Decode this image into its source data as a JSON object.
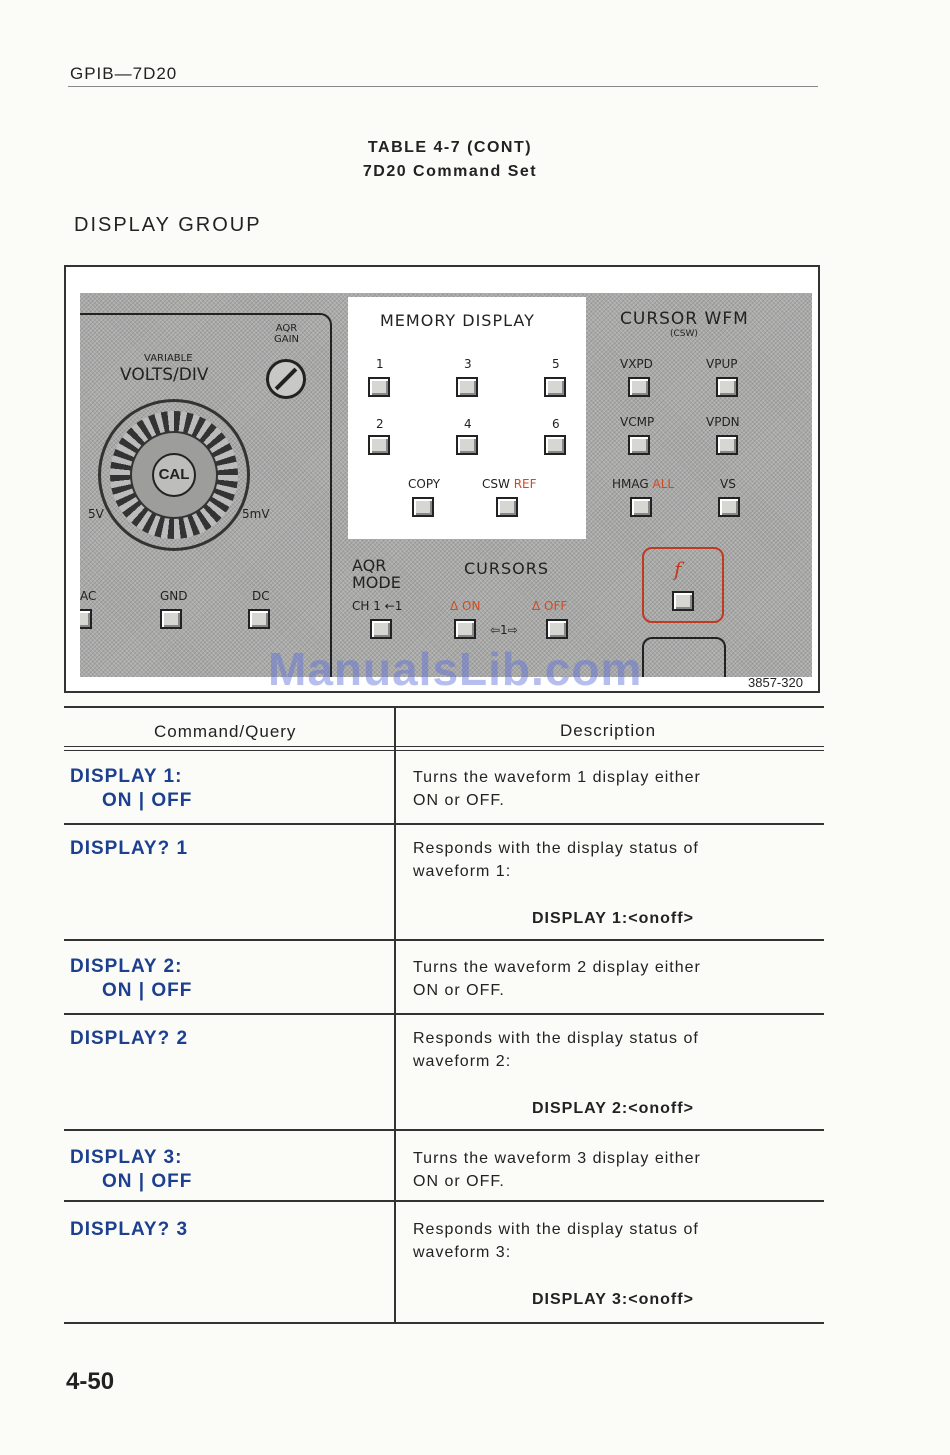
{
  "header": {
    "left": "GPIB—7D20"
  },
  "table_title": {
    "line1": "TABLE 4-7 (CONT)",
    "line2": "7D20 Command Set"
  },
  "section_heading": "DISPLAY GROUP",
  "figure": {
    "id": "3857-320",
    "watermark": "ManualsLib.com",
    "panel": {
      "aqr_gain": "AQR\nGAIN",
      "variable": "VARIABLE",
      "volts_div": "VOLTS/DIV",
      "cal": "CAL",
      "range_low": "5V",
      "range_high": "5mV",
      "coupling": [
        "AC",
        "GND",
        "DC"
      ],
      "memory_display": "MEMORY DISPLAY",
      "memory_buttons": [
        "1",
        "3",
        "5",
        "2",
        "4",
        "6"
      ],
      "copy": "COPY",
      "csw": "CSW",
      "ref": "REF",
      "cursor_wfm": "CURSOR WFM",
      "csw_paren": "(CSW)",
      "cursor_buttons": [
        "VXPD",
        "VPUP",
        "VCMP",
        "VPDN",
        "HMAG",
        "VS"
      ],
      "all": "ALL",
      "aqr_mode": "AQR\nMODE",
      "ch": "CH 1 ←1",
      "cursors": "CURSORS",
      "delta_on": "Δ ON",
      "delta_off": "Δ OFF",
      "arrow_mid": "⇦1⇨",
      "func": "f"
    }
  },
  "command_table": {
    "headers": {
      "command": "Command/Query",
      "description": "Description"
    },
    "rows": [
      {
        "cmd": "DISPLAY  1:",
        "args": "ON | OFF",
        "desc": [
          "Turns the waveform 1 display either",
          "ON or OFF."
        ],
        "response": ""
      },
      {
        "cmd": "DISPLAY?  1",
        "args": "",
        "desc": [
          "Responds with the display status of",
          "waveform 1:"
        ],
        "response": "DISPLAY 1:<onoff>"
      },
      {
        "cmd": "DISPLAY  2:",
        "args": "ON | OFF",
        "desc": [
          "Turns the waveform 2 display either",
          "ON or OFF."
        ],
        "response": ""
      },
      {
        "cmd": "DISPLAY?  2",
        "args": "",
        "desc": [
          "Responds with the display status of",
          "waveform 2:"
        ],
        "response": "DISPLAY 2:<onoff>"
      },
      {
        "cmd": "DISPLAY  3:",
        "args": "ON | OFF",
        "desc": [
          "Turns the waveform 3 display either",
          "ON or OFF."
        ],
        "response": ""
      },
      {
        "cmd": "DISPLAY?  3",
        "args": "",
        "desc": [
          "Responds with the display status of",
          "waveform 3:"
        ],
        "response": "DISPLAY 3:<onoff>"
      }
    ]
  },
  "page_number": "4-50"
}
